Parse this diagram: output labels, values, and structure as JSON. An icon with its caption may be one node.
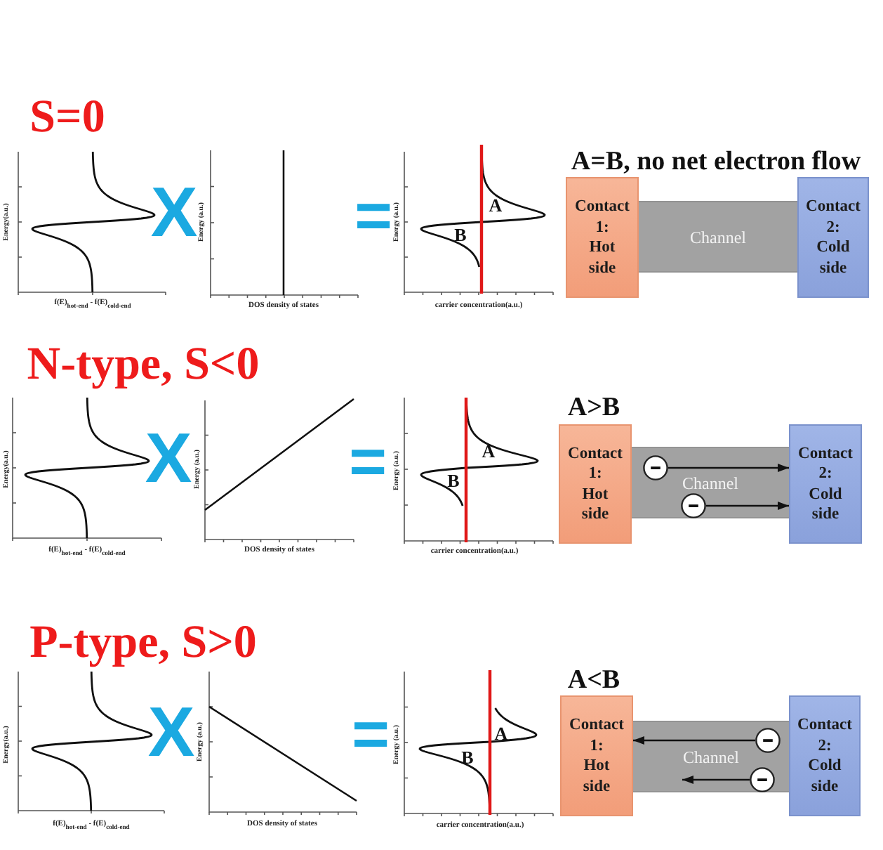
{
  "diagram": {
    "nodes": [
      {
        "text": [
          "Contact 1: Hot side"
        ]
      },
      {
        "text": [
          "Channel"
        ]
      },
      {
        "text": [
          "Contact 2: Cold side"
        ]
      },
      {
        "text": [
          "Contact 1: Hot side"
        ]
      },
      {
        "text": [
          "Channel"
        ]
      },
      {
        "text": [],
        "shape": "circle",
        "in": 4
      },
      {
        "text": [],
        "shape": "circle",
        "in": 4
      },
      {
        "text": [
          "Contact 2: Cold side"
        ]
      },
      {
        "text": [
          "Contact 1: Hot side"
        ]
      },
      {
        "text": [
          "Channel"
        ]
      },
      {
        "text": [],
        "shape": "circle",
        "in": 9
      },
      {
        "text": [],
        "shape": "circle",
        "in": 9
      },
      {
        "text": [
          "Contact 2: Cold side"
        ]
      }
    ],
    "edges": [
      {
        "from": 5,
        "to": 7,
        "arrow": "to"
      },
      {
        "from": 6,
        "to": 7,
        "arrow": "to"
      },
      {
        "from": 10,
        "to": 8,
        "arrow": "to"
      },
      {
        "from": 11,
        "to": null,
        "arrow": "to"
      }
    ],
    "labels": [
      "S=0",
      "A=B, no net electron flow",
      "Energy(a.u.)",
      "X",
      "Energy (a.u.)",
      "=",
      "Energy (a.u.)",
      "A",
      "B",
      "f(E)$_{hot-end}$ - f(E)$_{cold-end}$",
      "DOS density of states",
      "carrier concentration(a.u.)",
      "N-type, S<0",
      "A>B",
      "Energy(a.u.)",
      "X",
      "Energy (a.u.)",
      "=",
      "Energy (a.u.)",
      "A",
      "B",
      "f(E)$_{hot-end}$ - f(E)$_{cold-end}$",
      "DOS density of states",
      "carrier concentration(a.u.)",
      "P-type, S>0",
      "A<B",
      "Energy(a.u.)",
      "X",
      "Energy (a.u.)",
      "=",
      "Energy (a.u.)",
      "A",
      "B",
      "f(E)$_{hot-end}$ - f(E)$_{cold-end}$",
      "DOS density of states",
      "carrier concentration(a.u.)"
    ]
  }
}
